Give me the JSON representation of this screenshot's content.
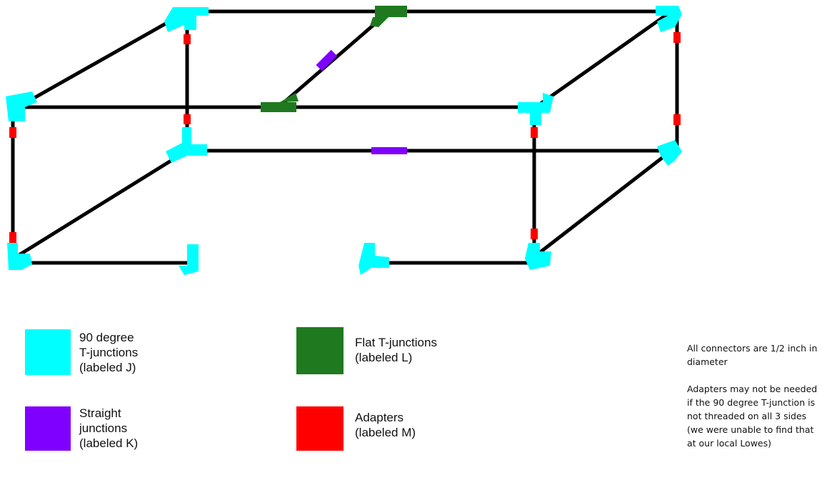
{
  "colors": {
    "pipe": "#000000",
    "tee_90": "#00ffff",
    "tee_flat": "#1f7a1f",
    "straight": "#8000ff",
    "adapter": "#ff0000"
  },
  "legend": {
    "tee_90": {
      "label": "90 degree\nT-junctions\n(labeled J)",
      "color": "#00ffff"
    },
    "straight": {
      "label": "Straight\njunctions\n(labeled K)",
      "color": "#8000ff"
    },
    "tee_flat": {
      "label": "Flat T-junctions\n(labeled L)",
      "color": "#1f7a1f"
    },
    "adapter": {
      "label": "Adapters\n(labeled M)",
      "color": "#ff0000"
    }
  },
  "notes": {
    "diameter": "All connectors are 1/2 inch in diameter",
    "adapters": "Adapters may not be needed if the 90 degree T-junction is not threaded on all 3 sides (we were unable to find that at our local Lowes)"
  }
}
